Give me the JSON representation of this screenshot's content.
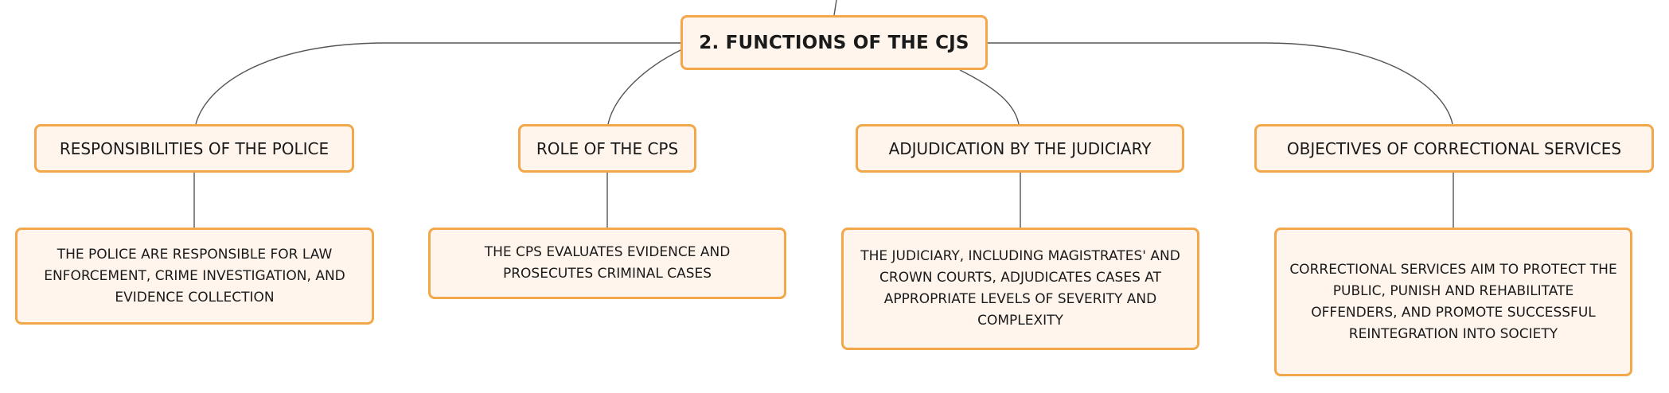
{
  "root": {
    "label": "2. FUNCTIONS OF THE CJS"
  },
  "branches": [
    {
      "label": "RESPONSIBILITIES OF THE POLICE",
      "detail": "THE POLICE ARE RESPONSIBLE FOR LAW ENFORCEMENT, CRIME INVESTIGATION, AND EVIDENCE COLLECTION"
    },
    {
      "label": "ROLE OF THE CPS",
      "detail": "THE CPS EVALUATES EVIDENCE AND PROSECUTES CRIMINAL CASES"
    },
    {
      "label": "ADJUDICATION BY THE JUDICIARY",
      "detail": "THE JUDICIARY, INCLUDING MAGISTRATES' AND CROWN COURTS, ADJUDICATES CASES AT APPROPRIATE LEVELS OF SEVERITY AND COMPLEXITY"
    },
    {
      "label": "OBJECTIVES OF CORRECTIONAL SERVICES",
      "detail": "CORRECTIONAL SERVICES AIM TO PROTECT THE PUBLIC, PUNISH AND REHABILITATE OFFENDERS, AND PROMOTE SUCCESSFUL REINTEGRATION INTO SOCIETY"
    }
  ],
  "colors": {
    "node_fill": "#fff5ec",
    "node_border": "#f2a74a",
    "connector": "#555555"
  }
}
